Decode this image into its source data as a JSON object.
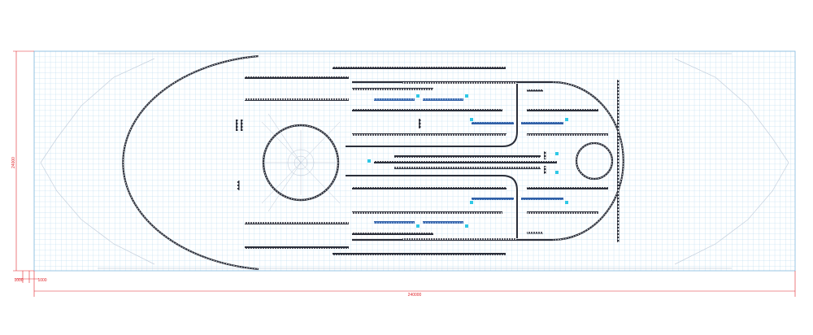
{
  "dimensions": {
    "overall_width_label": "240000",
    "overall_height_label": "24000",
    "offset_left_label": "1000",
    "offset_right_label": "1000"
  },
  "colors": {
    "grid_line": "#a9d3ec",
    "grid_border": "#7fb8dc",
    "truss": "#2b2f3a",
    "truss_blue": "#2f5fa6",
    "fixture": "#2ec8e6",
    "dimension": "#e0242a",
    "faint_outline": "#b9c6d6"
  }
}
